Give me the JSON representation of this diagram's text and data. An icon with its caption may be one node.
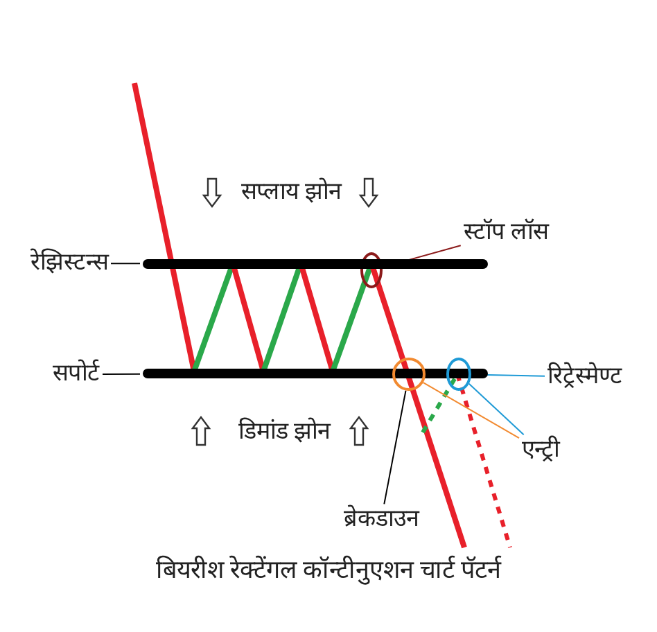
{
  "diagram": {
    "caption": "बियरीश रेक्टेंगल कॉन्टीनुएशन चार्ट पॅटर्न",
    "nodes": [
      {
        "text": [
          "स्टॉप लॉस"
        ]
      },
      {
        "text": [],
        "shape": "circle"
      },
      {
        "text": [
          "रेझिस्टन्स"
        ]
      },
      {
        "text": [],
        "shape": "bar"
      },
      {
        "text": [
          "सपोर्ट"
        ]
      },
      {
        "text": [],
        "shape": "bar"
      },
      {
        "text": [],
        "shape": "circle"
      },
      {
        "text": [
          "ब्रेकडाउन"
        ]
      },
      {
        "text": [],
        "shape": "circle"
      },
      {
        "text": [
          "रिट्रेस्मेण्ट"
        ]
      },
      {
        "text": [
          "एन्ट्री"
        ]
      }
    ],
    "edges": [
      {
        "from": 0,
        "to": 1,
        "arrow": "none",
        "color": "#8b1a1a"
      },
      {
        "from": 2,
        "to": 3,
        "arrow": "none"
      },
      {
        "from": 4,
        "to": 5,
        "arrow": "none"
      },
      {
        "from": 7,
        "to": 6,
        "arrow": "none"
      },
      {
        "from": 9,
        "to": 8,
        "arrow": "none",
        "color": "#1e9ad6"
      },
      {
        "from": 10,
        "to": 6,
        "arrow": "none",
        "color": "#f28a30"
      },
      {
        "from": 10,
        "to": 8,
        "arrow": "none",
        "color": "#1e9ad6"
      }
    ],
    "labels": [
      "सप्लाय झोन",
      "डिमांड झोन"
    ]
  }
}
